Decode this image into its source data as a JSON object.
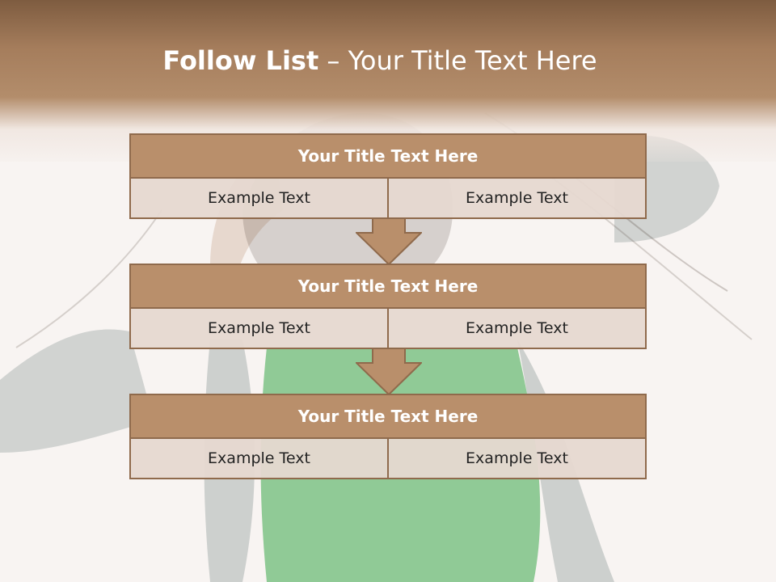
{
  "slide": {
    "title_bold": "Follow List",
    "title_rest": " – Your Title Text Here"
  },
  "blocks": [
    {
      "title": "Your Title Text Here",
      "left": "Example Text",
      "right": "Example Text"
    },
    {
      "title": "Your Title Text Here",
      "left": "Example Text",
      "right": "Example Text"
    },
    {
      "title": "Your Title Text Here",
      "left": "Example Text",
      "right": "Example Text"
    }
  ],
  "colors": {
    "accent": "#b98f6b",
    "border": "#8f6a4c",
    "cell": "#e6d8d0"
  }
}
